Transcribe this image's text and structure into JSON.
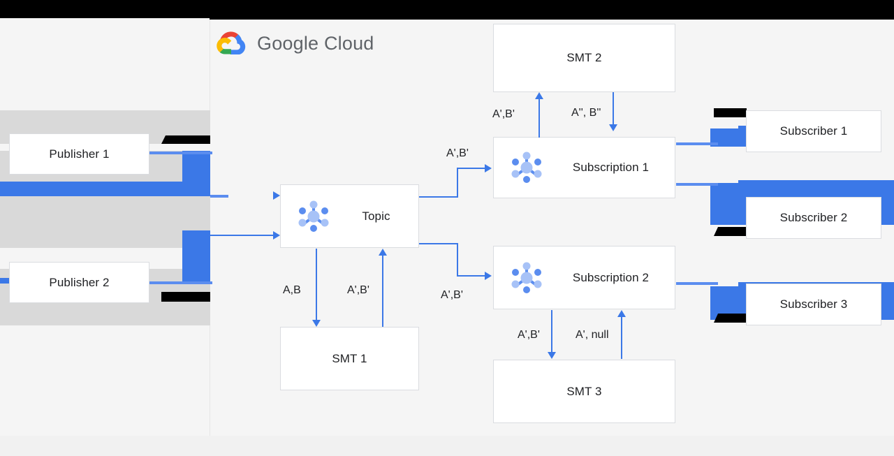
{
  "brand": {
    "name": "Google Cloud",
    "logo_icon": "google-cloud-logo-icon",
    "colors": {
      "red": "#ea4335",
      "yellow": "#fbbc04",
      "green": "#34a853",
      "blue": "#4285f4",
      "text": "#5f6368"
    }
  },
  "theme": {
    "accent_blue": "#3b78e7",
    "light_blue": "#5b8def",
    "node_fill": "#ffffff",
    "node_border": "#dadce0",
    "canvas": "#f5f5f5",
    "page": "#f1f1f1",
    "glitch_gray": "#d9d9d9",
    "redaction": "#000000",
    "icon_dark": "#5b8def",
    "icon_light": "#a7c2f7"
  },
  "diagram": {
    "type": "pubsub-smt-flow",
    "nodes": [
      {
        "id": "pub1",
        "label": "Publisher 1",
        "icon": null
      },
      {
        "id": "pub2",
        "label": "Publisher 2",
        "icon": null
      },
      {
        "id": "topic",
        "label": "Topic",
        "icon": "pubsub-topic-icon"
      },
      {
        "id": "smt1",
        "label": "SMT 1",
        "icon": null
      },
      {
        "id": "smt2",
        "label": "SMT 2",
        "icon": null
      },
      {
        "id": "smt3",
        "label": "SMT 3",
        "icon": null
      },
      {
        "id": "sub1",
        "label": "Subscription 1",
        "icon": "pubsub-subscription-icon"
      },
      {
        "id": "sub2",
        "label": "Subscription 2",
        "icon": "pubsub-subscription-icon"
      },
      {
        "id": "subr1",
        "label": "Subscriber 1",
        "icon": null
      },
      {
        "id": "subr2",
        "label": "Subscriber 2",
        "icon": null
      },
      {
        "id": "subr3",
        "label": "Subscriber 3",
        "icon": null
      }
    ],
    "edge_labels": {
      "topic_to_smt1": "A,B",
      "smt1_to_topic": "A',B'",
      "topic_to_sub1": "A',B'",
      "topic_to_sub2": "A',B'",
      "sub1_to_smt2": "A',B'",
      "smt2_to_sub1": "A'', B''",
      "sub2_to_smt3": "A',B'",
      "smt3_to_sub2": "A', null"
    }
  }
}
